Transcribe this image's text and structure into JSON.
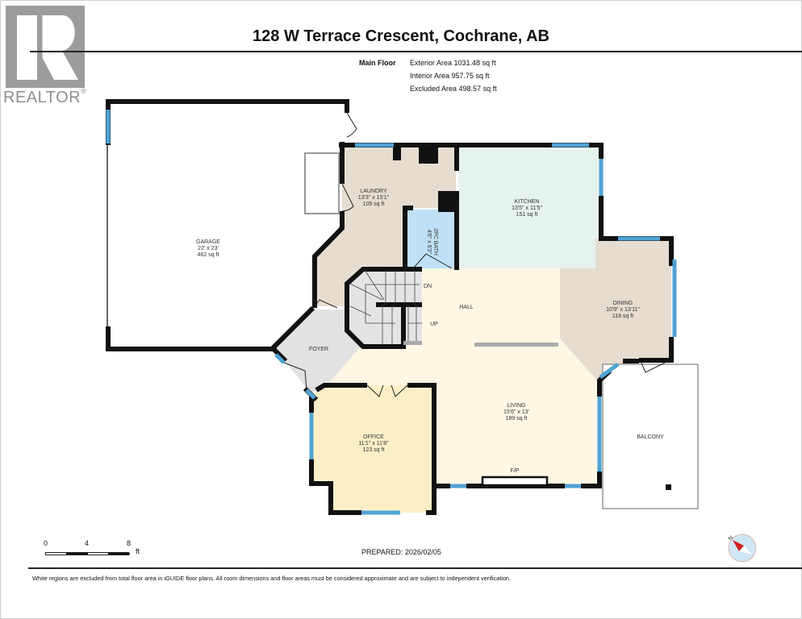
{
  "branding": {
    "logo_letter": "R",
    "logo_text": "REALTOR",
    "logo_mark": "®"
  },
  "header": {
    "title": "128 W Terrace Crescent, Cochrane, AB",
    "floor_label": "Main Floor",
    "exterior_area": "Exterior Area 1031.48 sq ft",
    "interior_area": "Interior Area 957.75 sq ft",
    "excluded_area": "Excluded Area 498.57 sq ft"
  },
  "rooms": {
    "garage": {
      "name": "GARAGE",
      "dims": "22' x 23'",
      "area": "462 sq ft"
    },
    "laundry": {
      "name": "LAUNDRY",
      "dims": "13'3\" x 15'1\"",
      "area": "105 sq ft"
    },
    "bath": {
      "name": "2PC BATH",
      "dims": "4'6\" x 5'2\""
    },
    "kitchen": {
      "name": "KITCHEN",
      "dims": "13'5\" x 11'5\"",
      "area": "151 sq ft"
    },
    "dining": {
      "name": "DINING",
      "dims": "10'9\" x 13'11\"",
      "area": "118 sq ft"
    },
    "hall": {
      "name": "HALL"
    },
    "foyer": {
      "name": "FOYER"
    },
    "living": {
      "name": "LIVING",
      "dims": "15'6\" x 13'",
      "area": "189 sq ft"
    },
    "office": {
      "name": "OFFICE",
      "dims": "11'1\" x 11'8\"",
      "area": "123 sq ft"
    },
    "balcony": {
      "name": "BALCONY"
    }
  },
  "annotations": {
    "stairs_down": "DN",
    "stairs_up": "UP",
    "fireplace": "F/P"
  },
  "colors": {
    "wall": "#111111",
    "window": "#4fa3d6",
    "laundry": "#e6ddd0",
    "bath": "#bfe0f5",
    "kitchen": "#e6f2ee",
    "dining": "#e6ddd0",
    "hall_living": "#fdf7e3",
    "office": "#fcefc8",
    "foyer": "#e2e2e2",
    "stairs": "#e4e4e4"
  },
  "scale_bar": {
    "ticks": [
      "0",
      "4",
      "8"
    ],
    "unit": "ft"
  },
  "compass": {
    "label": "N"
  },
  "footer": {
    "prepared": "PREPARED: 2026/02/05",
    "disclaimer": "White regions are excluded from total floor area in iGUIDE floor plans. All room dimensions and floor areas must be considered approximate and are subject to independent verification."
  }
}
